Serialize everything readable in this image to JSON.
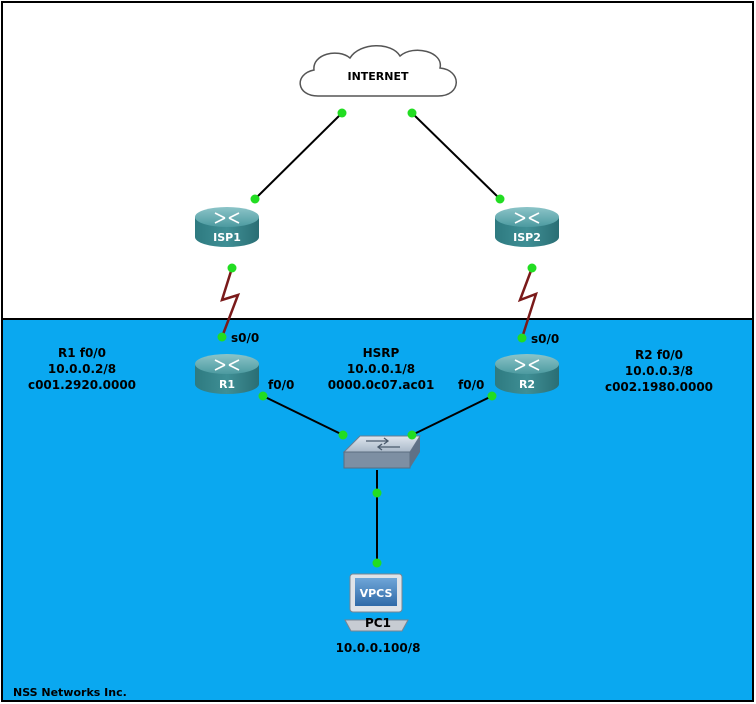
{
  "internet": {
    "label": "INTERNET"
  },
  "isp1": {
    "label": "ISP1"
  },
  "isp2": {
    "label": "ISP2"
  },
  "r1": {
    "label": "R1",
    "serial_port": "s0/0",
    "eth_port": "f0/0",
    "info_title": "R1 f0/0",
    "info_ip": "10.0.0.2/8",
    "info_mac": "c001.2920.0000"
  },
  "r2": {
    "label": "R2",
    "serial_port": "s0/0",
    "eth_port": "f0/0",
    "info_title": "R2 f0/0",
    "info_ip": "10.0.0.3/8",
    "info_mac": "c002.1980.0000"
  },
  "hsrp": {
    "title": "HSRP",
    "ip": "10.0.0.1/8",
    "mac": "0000.0c07.ac01"
  },
  "pc1": {
    "screen_label": "VPCS",
    "label": "PC1",
    "ip": "10.0.0.100/8"
  },
  "footer": {
    "text": "NSS Networks Inc."
  },
  "colors": {
    "lan_zone": "#0aa8f0",
    "link": "#000000",
    "serial_link": "#7a1a1a",
    "endpoint": "#22dd22",
    "router": "#3f8c93"
  }
}
